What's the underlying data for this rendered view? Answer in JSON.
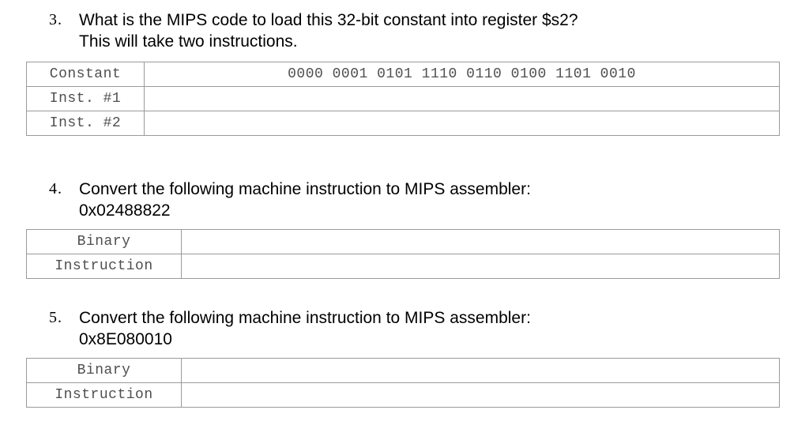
{
  "document": {
    "type": "worksheet",
    "subject": "MIPS assembly exercises"
  },
  "questions": [
    {
      "number": "3.",
      "text_line1": "What is the MIPS code to load this 32-bit constant into register $s2?",
      "text_line2": "This will take two instructions.",
      "table": {
        "name": "constant-table",
        "rows": [
          {
            "label": "Constant",
            "value": "0000 0001 0101 1110 0110 0100 1101 0010"
          },
          {
            "label": "Inst. #1",
            "value": ""
          },
          {
            "label": "Inst. #2",
            "value": ""
          }
        ]
      }
    },
    {
      "number": "4.",
      "text_line1": "Convert the following machine instruction to MIPS assembler:",
      "hex_value": "0x02488822",
      "table": {
        "name": "q4-table",
        "rows": [
          {
            "label": "Binary",
            "value": ""
          },
          {
            "label": "Instruction",
            "value": ""
          }
        ]
      }
    },
    {
      "number": "5.",
      "text_line1": "Convert the following machine instruction to MIPS assembler:",
      "hex_value": "0x8E080010",
      "table": {
        "name": "q5-table",
        "rows": [
          {
            "label": "Binary",
            "value": ""
          },
          {
            "label": "Instruction",
            "value": ""
          }
        ]
      }
    }
  ],
  "colors": {
    "page_background": "#ffffff",
    "text": "#000000",
    "table_border": "#9a9a9a",
    "table_text": "#4f4f4f"
  }
}
